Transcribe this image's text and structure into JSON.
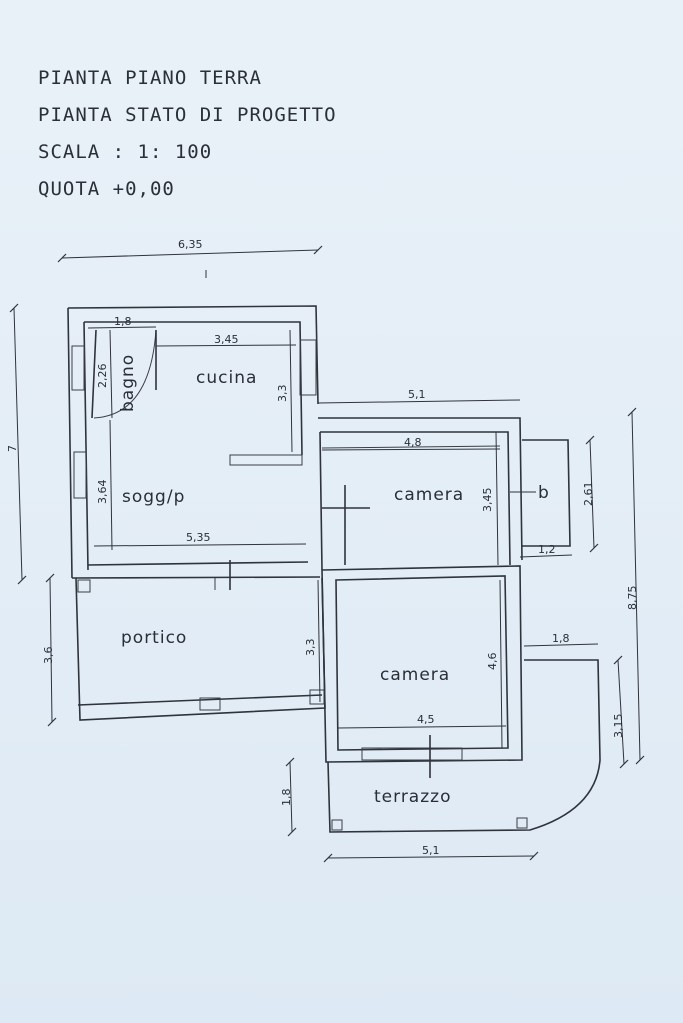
{
  "titles": {
    "line1": "PIANTA PIANO TERRA",
    "line2": "PIANTA STATO DI PROGETTO",
    "line3": "SCALA : 1: 100",
    "line4": "QUOTA +0,00"
  },
  "rooms": {
    "bagno": "bagno",
    "cucina": "cucina",
    "soggiorno": "sogg/p",
    "camera1": "camera",
    "b": "b",
    "portico": "portico",
    "camera2": "camera",
    "terrazzo": "terrazzo"
  },
  "dims": {
    "top_width": "6,35",
    "left_height": "7",
    "bagno_w": "1,8",
    "cucina_w": "3,45",
    "bagno_h": "2,26",
    "cucina_h": "3,3",
    "sogg_h": "3,64",
    "sogg_w": "5,35",
    "camera1_outer_w": "5,1",
    "camera1_w": "4,8",
    "camera1_h": "3,45",
    "b_h": "2,61",
    "b_w": "1,2",
    "right_total": "8,75",
    "portico_left_h": "3,6",
    "portico_h": "3,3",
    "camera2_h": "4,6",
    "camera2_w": "4,5",
    "terrace_arc_w": "1,8",
    "terrace_right_h": "3,15",
    "terrace_left_h": "1,8",
    "terrace_w": "5,1"
  }
}
